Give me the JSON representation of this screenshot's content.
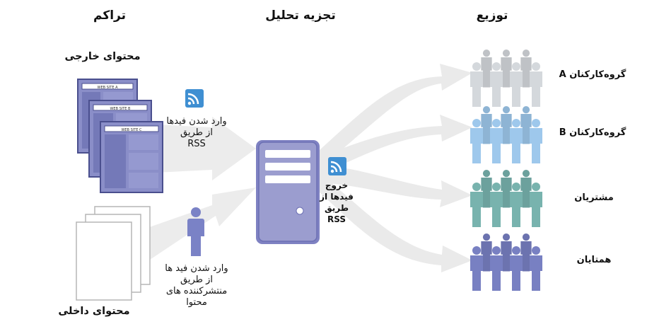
{
  "headers": {
    "accumulation": "تراکم",
    "analysis": "تجزیه تحلیل",
    "distribution": "توزیع"
  },
  "sources": {
    "external": "محتوای خارجی",
    "internal": "محتوای داخلی",
    "web_pages": [
      "WEB SITE A",
      "WEB SITE B",
      "WEB SITE C"
    ]
  },
  "flows": {
    "rss_in": [
      "وارد شدن فیدها",
      "از طریق",
      "RSS"
    ],
    "publisher_in": [
      "وارد شدن فید ها",
      "از طریق",
      "منتشرکننده های",
      "محتوا"
    ],
    "rss_out": [
      "خروج",
      "فیدها از",
      "طریق",
      "RSS"
    ]
  },
  "groups": [
    {
      "label": "گروه‌کارکنان A",
      "color": "#d4d8dc"
    },
    {
      "label": "گروه‌کارکنان B",
      "color": "#9ec8ec"
    },
    {
      "label": "مشتریان",
      "color": "#78b3ae"
    },
    {
      "label": "همتایان",
      "color": "#7880c2"
    }
  ],
  "colors": {
    "arrow": "#e8e8e8",
    "doc_purple": "#8a8ec8",
    "doc_border": "#4a4f8e",
    "server": "#9b9dcf",
    "rss_icon": "#3f8fd2",
    "person": "#7a82c6"
  }
}
